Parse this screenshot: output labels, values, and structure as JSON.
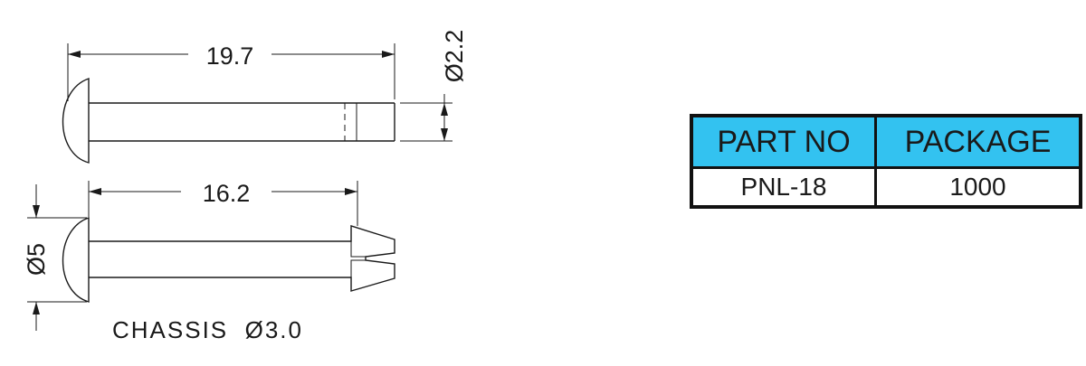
{
  "drawing": {
    "dimensions": {
      "overall_length": "19.7",
      "shaft_diameter": "Ø2.2",
      "shank_length": "16.2",
      "head_diameter": "Ø5"
    },
    "note": "CHASSIS  Ø3.0"
  },
  "table": {
    "header_color": "#33c2f0",
    "headers": [
      "PART NO",
      "PACKAGE"
    ],
    "rows": [
      [
        "PNL-18",
        "1000"
      ]
    ]
  }
}
